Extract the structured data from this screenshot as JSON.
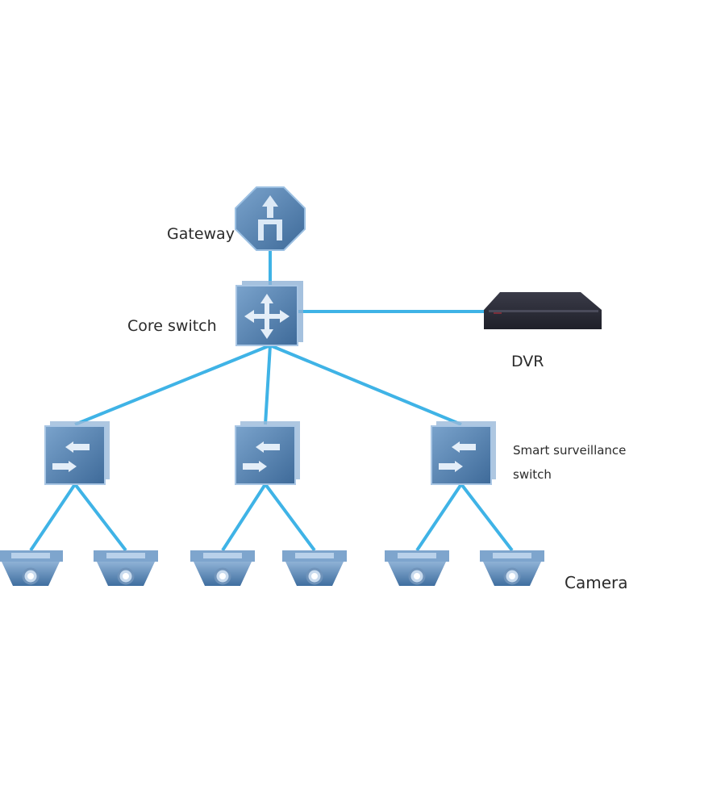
{
  "diagram": {
    "title": "Surveillance network topology",
    "colors": {
      "link": "#3fb3e6",
      "device_fill": "#5b86b5",
      "device_dark": "#3e6a99",
      "device_light": "#dce9f6",
      "dvr": "#2a2b36",
      "label": "#2b2b2b"
    },
    "labels": {
      "gateway": "Gateway",
      "core_switch": "Core switch",
      "dvr": "DVR",
      "smart_switch": "Smart surveillance switch",
      "camera": "Camera"
    },
    "nodes": [
      {
        "id": "gateway",
        "type": "gateway"
      },
      {
        "id": "core-switch",
        "type": "core-switch"
      },
      {
        "id": "dvr",
        "type": "dvr"
      },
      {
        "id": "access-switch-1",
        "type": "smart-switch"
      },
      {
        "id": "access-switch-2",
        "type": "smart-switch"
      },
      {
        "id": "access-switch-3",
        "type": "smart-switch"
      },
      {
        "id": "camera-1",
        "type": "camera"
      },
      {
        "id": "camera-2",
        "type": "camera"
      },
      {
        "id": "camera-3",
        "type": "camera"
      },
      {
        "id": "camera-4",
        "type": "camera"
      },
      {
        "id": "camera-5",
        "type": "camera"
      },
      {
        "id": "camera-6",
        "type": "camera"
      }
    ],
    "edges": [
      {
        "from": "gateway",
        "to": "core-switch"
      },
      {
        "from": "core-switch",
        "to": "dvr"
      },
      {
        "from": "core-switch",
        "to": "access-switch-1"
      },
      {
        "from": "core-switch",
        "to": "access-switch-2"
      },
      {
        "from": "core-switch",
        "to": "access-switch-3"
      },
      {
        "from": "access-switch-1",
        "to": "camera-1"
      },
      {
        "from": "access-switch-1",
        "to": "camera-2"
      },
      {
        "from": "access-switch-2",
        "to": "camera-3"
      },
      {
        "from": "access-switch-2",
        "to": "camera-4"
      },
      {
        "from": "access-switch-3",
        "to": "camera-5"
      },
      {
        "from": "access-switch-3",
        "to": "camera-6"
      }
    ]
  }
}
